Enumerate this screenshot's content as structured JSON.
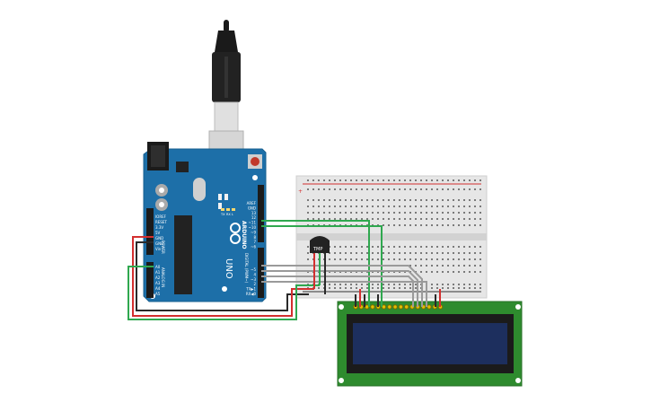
{
  "arduino": {
    "brand": "ARDUINO",
    "model": "UNO",
    "icon": "arduino-infinity-logo",
    "header_left": [
      "IOREF",
      "RESET",
      "3.3V",
      "5V",
      "GND",
      "GND",
      "Vin"
    ],
    "power_label": "POWER",
    "analog_pins": [
      "A0",
      "A1",
      "A2",
      "A3",
      "A4",
      "A5"
    ],
    "analog_label": "ANALOG IN",
    "header_right": [
      "AREF",
      "GND",
      "13",
      "12",
      "~11",
      "~10",
      "~9",
      "8",
      "7",
      "~6",
      "~5",
      "4",
      "~3",
      "2",
      "TX▶1",
      "RX◀0"
    ],
    "digital_label": "DIGITAL (PWM~)",
    "leds": [
      "TX",
      "RX",
      "L"
    ]
  },
  "breadboard": {
    "rail_plus": "+",
    "rail_minus": "−"
  },
  "sensor": {
    "label": "TMP"
  },
  "lcd": {
    "pin_count": 16,
    "screen_color": "#1d2f5e",
    "pcb_color": "#2e8b2e"
  },
  "colors": {
    "board": "#1d6fa8",
    "wire_green": "#2fa84f",
    "wire_red": "#d32f2f",
    "wire_black": "#2a2a2a",
    "wire_gray": "#9a9a9a"
  }
}
